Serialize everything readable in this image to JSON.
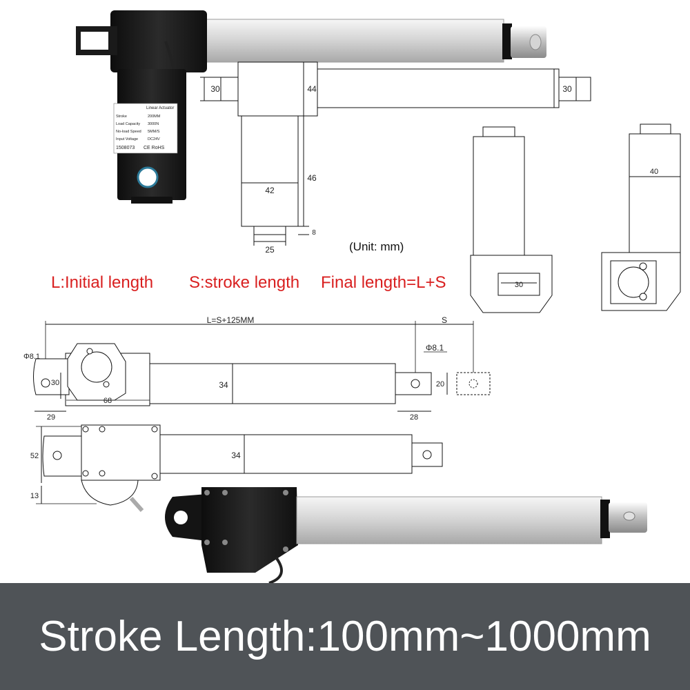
{
  "dimensions": {
    "top_left_30": "30",
    "top_44": "44",
    "top_right_30": "30",
    "motor_46": "46",
    "motor_42": "42",
    "motor_8": "8",
    "motor_25": "25",
    "side_40": "40",
    "end_30": "30",
    "l_formula": "L=S+125MM",
    "s": "S",
    "phi_left": "Φ8.1",
    "phi_right": "Φ8.1",
    "d30": "30",
    "d34a": "34",
    "d20": "20",
    "d68": "68",
    "d29": "29",
    "d28": "28",
    "d52": "52",
    "d34b": "34",
    "d13": "13"
  },
  "labels": {
    "unit": "(Unit: mm)",
    "initial_length": "L:Initial length",
    "stroke_length": "S:stroke length",
    "final_length": "Final length=L+S"
  },
  "product_label": {
    "title": "Linear Actuator",
    "rows": [
      [
        "Stroke",
        "200MM"
      ],
      [
        "Load Capacity",
        "3000N"
      ],
      [
        "No-load Speed",
        "5MM/S"
      ],
      [
        "Input Voltage",
        "DC24V"
      ]
    ],
    "code": "1508073",
    "marks": "CE RoHS"
  },
  "banner": {
    "text": "Stroke Length:100mm~1000mm"
  },
  "colors": {
    "label_red": "#d92020",
    "banner_bg": "#4f5357",
    "motor_black": "#1b1b1b",
    "aluminium": "#dcdcdc"
  }
}
